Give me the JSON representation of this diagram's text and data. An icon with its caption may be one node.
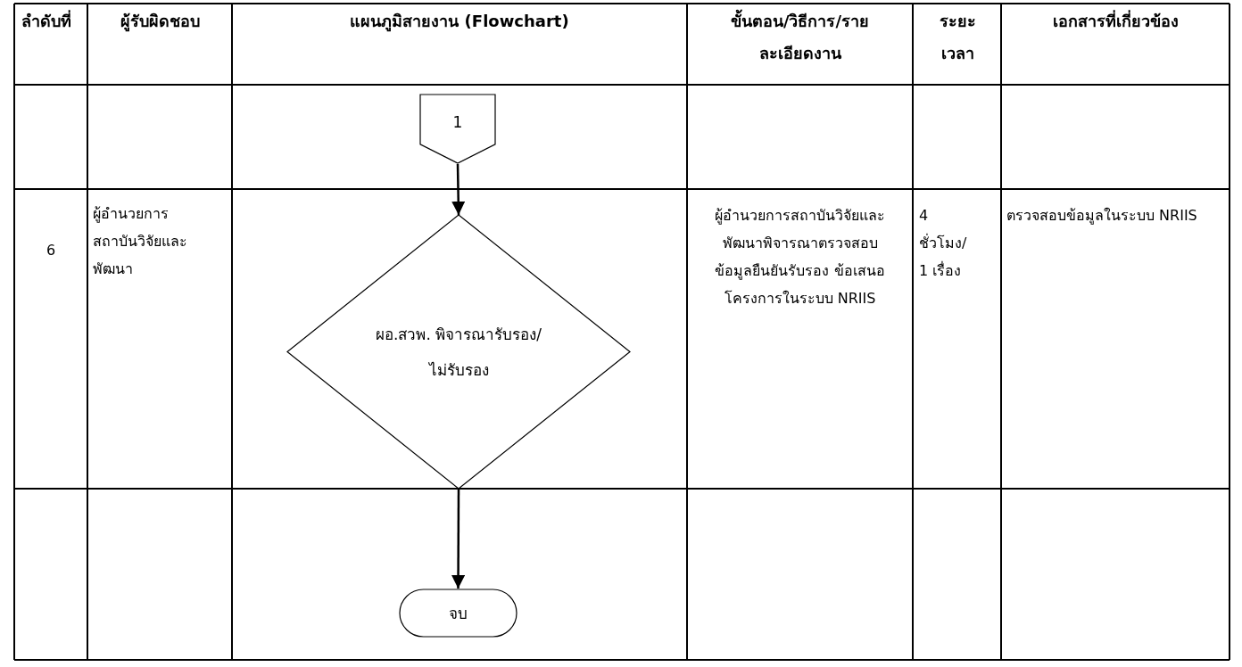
{
  "diagram": {
    "nodes": [
      {
        "text": [
          "1"
        ]
      },
      {
        "text": [
          "ผอ.สวพ. พิจารณารับรอง/ไม่รับรอง"
        ]
      },
      {
        "text": [
          "จบ"
        ]
      }
    ],
    "edges": [
      {
        "from": 0,
        "to": 1,
        "arrow": "to"
      },
      {
        "from": 1,
        "to": 2,
        "arrow": "to"
      }
    ],
    "labels": [
      "ลำดับที่",
      "ผู้รับผิดชอบ",
      "แผนภูมิสายงาน (Flowchart)",
      "ขั้นตอน/วิธีการ/รายละเอียดงาน",
      "ระยะเวลา",
      "เอกสารที่เกี่ยวข้อง",
      "6",
      "ผู้อำนวยการสถาบันวิจัยและพัฒนา",
      "ผู้อำนวยการสถาบันวิจัยและพัฒนาพิจารณาตรวจสอบข้อมูลยืนยันรับรอง ข้อเสนอโครงการในระบบ NRIIS",
      "4 ชั่วโมง/ 1 เรื่อง",
      "ตรวจสอบข้อมูลในระบบ NRIIS"
    ]
  }
}
